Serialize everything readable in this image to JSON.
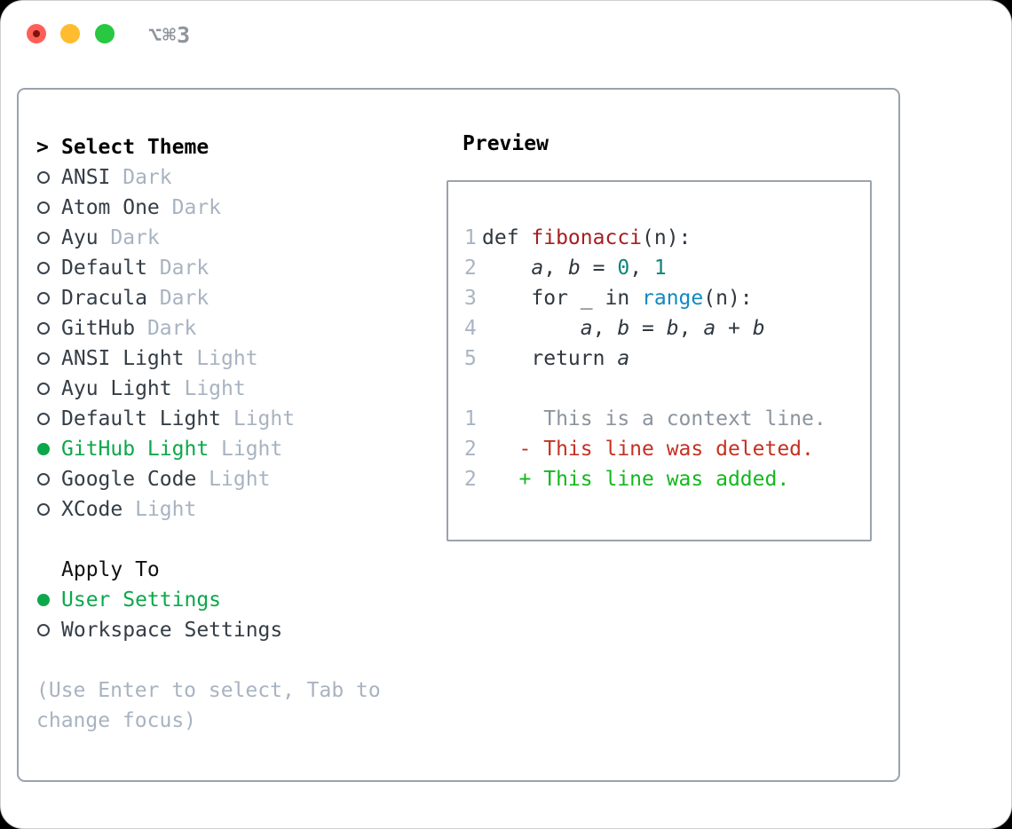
{
  "window": {
    "title": "⌥⌘3"
  },
  "palette": {
    "accent_green": "#0ca74a",
    "text_dark": "#343d46",
    "muted_gray": "#a8b3c1",
    "line_number_gray": "#a9b4c2",
    "border_gray": "#9aa3ae",
    "syntax_function_red": "#a32022",
    "syntax_number_teal": "#0e8479",
    "syntax_builtin_blue": "#1089c2",
    "diff_context_gray": "#8b949e",
    "diff_deleted_red": "#c43122",
    "diff_added_green": "#13b81e",
    "traffic_red": "#ff5f57",
    "traffic_yellow": "#febc2e",
    "traffic_green": "#28c840"
  },
  "left": {
    "header": "Select Theme",
    "themes": [
      {
        "name": "ANSI",
        "variant": "Dark",
        "selected": false
      },
      {
        "name": "Atom One",
        "variant": "Dark",
        "selected": false
      },
      {
        "name": "Ayu",
        "variant": "Dark",
        "selected": false
      },
      {
        "name": "Default",
        "variant": "Dark",
        "selected": false
      },
      {
        "name": "Dracula",
        "variant": "Dark",
        "selected": false
      },
      {
        "name": "GitHub",
        "variant": "Dark",
        "selected": false
      },
      {
        "name": "ANSI Light",
        "variant": "Light",
        "selected": false
      },
      {
        "name": "Ayu Light",
        "variant": "Light",
        "selected": false
      },
      {
        "name": "Default Light",
        "variant": "Light",
        "selected": false
      },
      {
        "name": "GitHub Light",
        "variant": "Light",
        "selected": true
      },
      {
        "name": "Google Code",
        "variant": "Light",
        "selected": false
      },
      {
        "name": "XCode",
        "variant": "Light",
        "selected": false
      }
    ],
    "apply_header": "Apply To",
    "apply_options": [
      {
        "name": "User Settings",
        "selected": true
      },
      {
        "name": "Workspace Settings",
        "selected": false
      }
    ],
    "hint_line1": "(Use Enter to select, Tab to",
    "hint_line2": "change focus)"
  },
  "preview": {
    "header": "Preview",
    "lines": [
      {
        "num": "1",
        "tokens": [
          [
            "def ",
            "p"
          ],
          [
            "fibonacci",
            "fn"
          ],
          [
            "(n):",
            "p"
          ]
        ]
      },
      {
        "num": "2",
        "tokens": [
          [
            "    ",
            "p"
          ],
          [
            "a",
            "v"
          ],
          [
            ", ",
            "p"
          ],
          [
            "b",
            "v"
          ],
          [
            " = ",
            "p"
          ],
          [
            "0",
            "n"
          ],
          [
            ", ",
            "p"
          ],
          [
            "1",
            "n"
          ]
        ]
      },
      {
        "num": "3",
        "tokens": [
          [
            "    for _ in ",
            "p"
          ],
          [
            "range",
            "b"
          ],
          [
            "(n):",
            "p"
          ]
        ]
      },
      {
        "num": "4",
        "tokens": [
          [
            "        ",
            "p"
          ],
          [
            "a",
            "v"
          ],
          [
            ", ",
            "p"
          ],
          [
            "b",
            "v"
          ],
          [
            " = ",
            "p"
          ],
          [
            "b",
            "v"
          ],
          [
            ", ",
            "p"
          ],
          [
            "a",
            "v"
          ],
          [
            " + ",
            "p"
          ],
          [
            "b",
            "v"
          ]
        ]
      },
      {
        "num": "5",
        "tokens": [
          [
            "    return ",
            "p"
          ],
          [
            "a",
            "v"
          ]
        ]
      },
      {
        "num": "",
        "tokens": []
      },
      {
        "num": "1",
        "tokens": [
          [
            "     This is a context line.",
            "ctx"
          ]
        ]
      },
      {
        "num": "2",
        "tokens": [
          [
            "   - This line was deleted.",
            "del"
          ]
        ]
      },
      {
        "num": "2",
        "tokens": [
          [
            "   + This line was added.",
            "add"
          ]
        ]
      }
    ]
  }
}
